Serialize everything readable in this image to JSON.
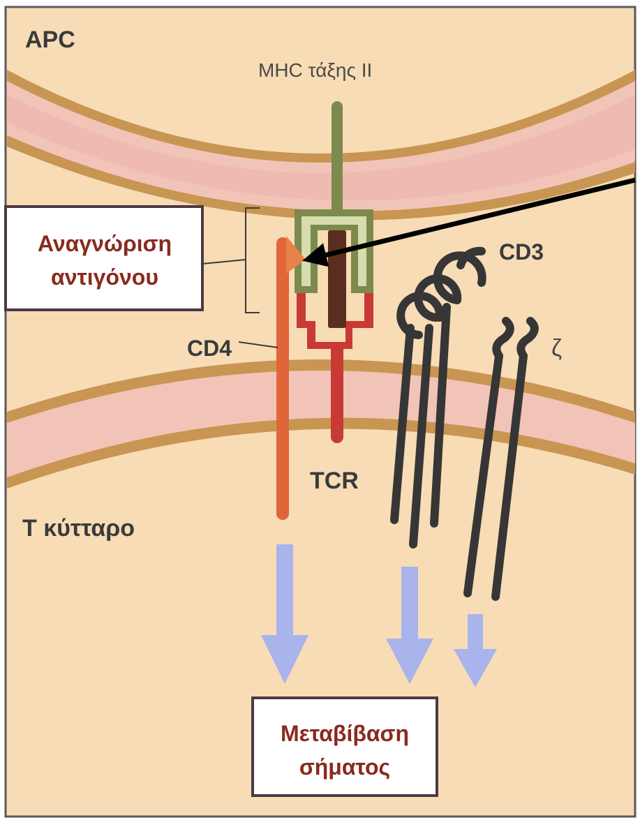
{
  "labels": {
    "apc": "APC",
    "mhc": "MHC τάξης II",
    "recognition_line1": "Αναγνώριση",
    "recognition_line2": "αντιγόνου",
    "cd4": "CD4",
    "cd3": "CD3",
    "zeta": "ζ",
    "tcr": "TCR",
    "t_cell": "Τ κύτταρο",
    "signal_line1": "Μεταβίβαση",
    "signal_line2": "σήματος"
  },
  "colors": {
    "cytoplasm": "#f7dcb6",
    "membrane_outer": "#c89652",
    "membrane_inner": "#f2c4b8",
    "mhc": "#7c8a4e",
    "mhc_inner": "#d6dcae",
    "tcr": "#c83a34",
    "peptide": "#5a2e1e",
    "cd4": "#e0663a",
    "cd3": "#363636",
    "signal_arrow": "#a9b3ec",
    "label_red": "#8a2a1e",
    "frame": "#4a3a42"
  }
}
